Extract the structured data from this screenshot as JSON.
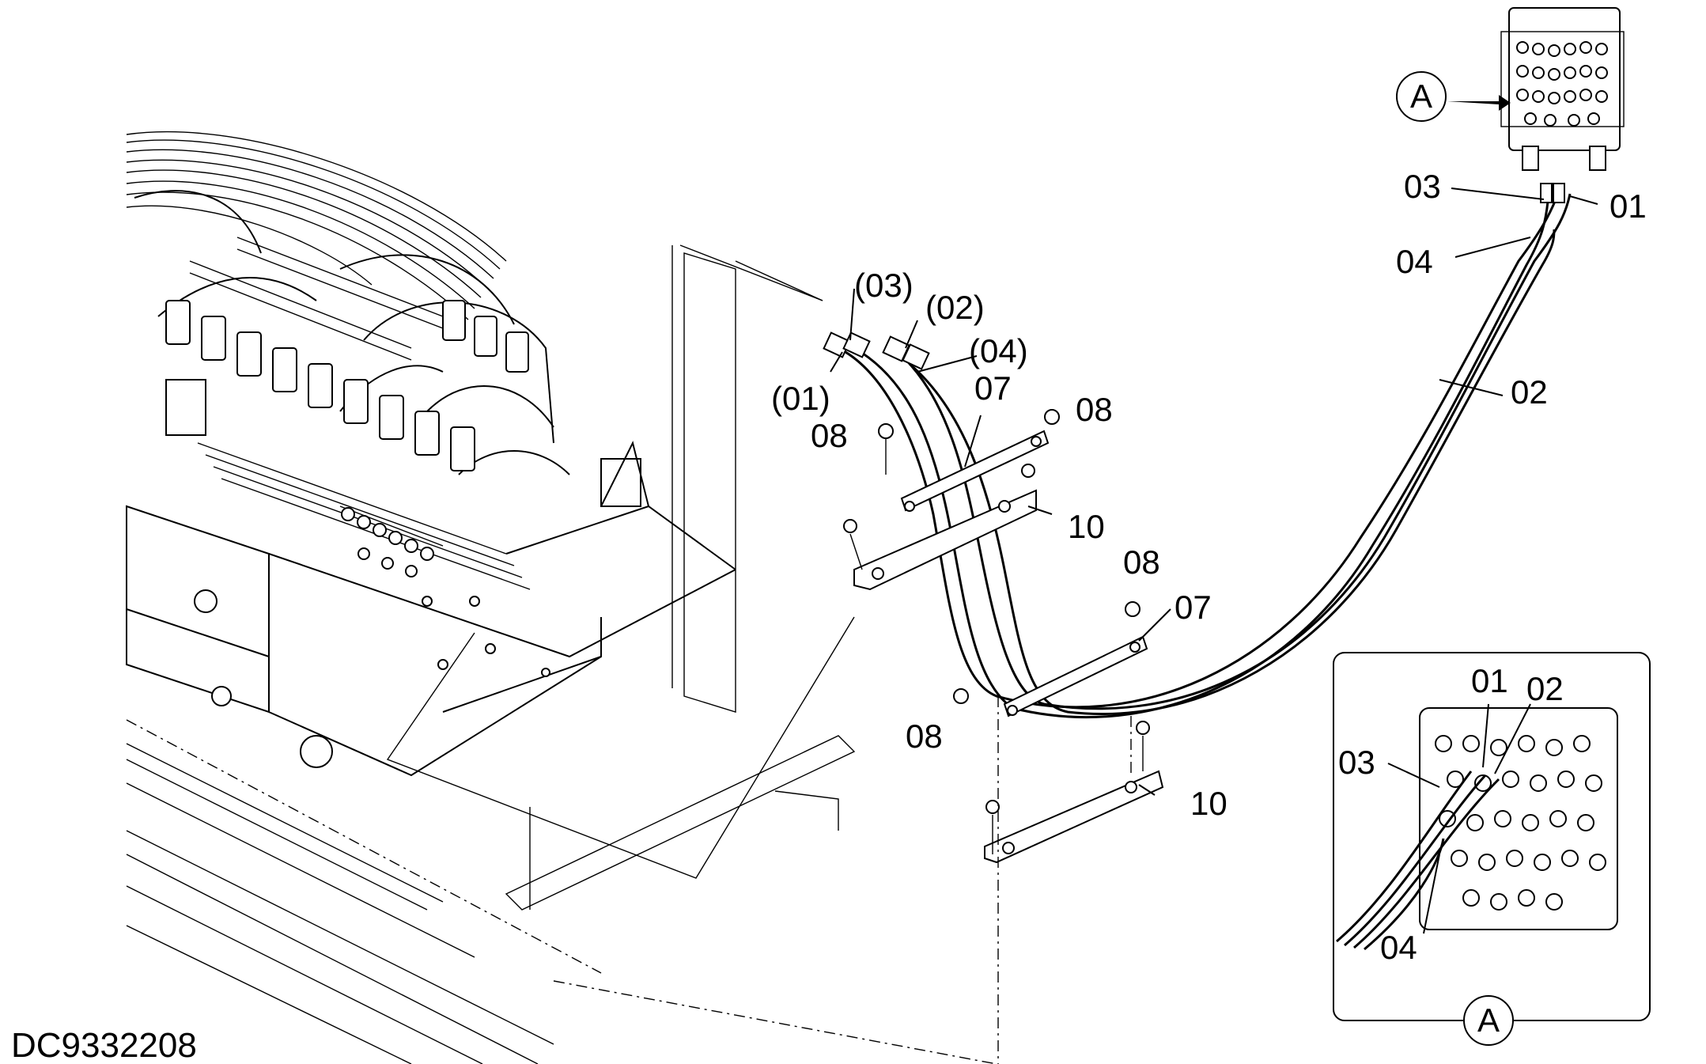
{
  "drawing": {
    "code": "DC9332208",
    "view_marker": "A"
  },
  "callouts": {
    "main_01": "01",
    "main_02": "02",
    "main_03": "03",
    "main_04": "04",
    "p_01": "(01)",
    "p_02": "(02)",
    "p_03": "(03)",
    "p_04": "(04)",
    "c07_a": "07",
    "c07_b": "07",
    "c08_a": "08",
    "c08_b": "08",
    "c08_c": "08",
    "c08_d": "08",
    "c10_a": "10",
    "c10_b": "10",
    "detail_01": "01",
    "detail_02": "02",
    "detail_03": "03",
    "detail_04": "04"
  },
  "colors": {
    "line": "#000000",
    "background": "#ffffff"
  }
}
